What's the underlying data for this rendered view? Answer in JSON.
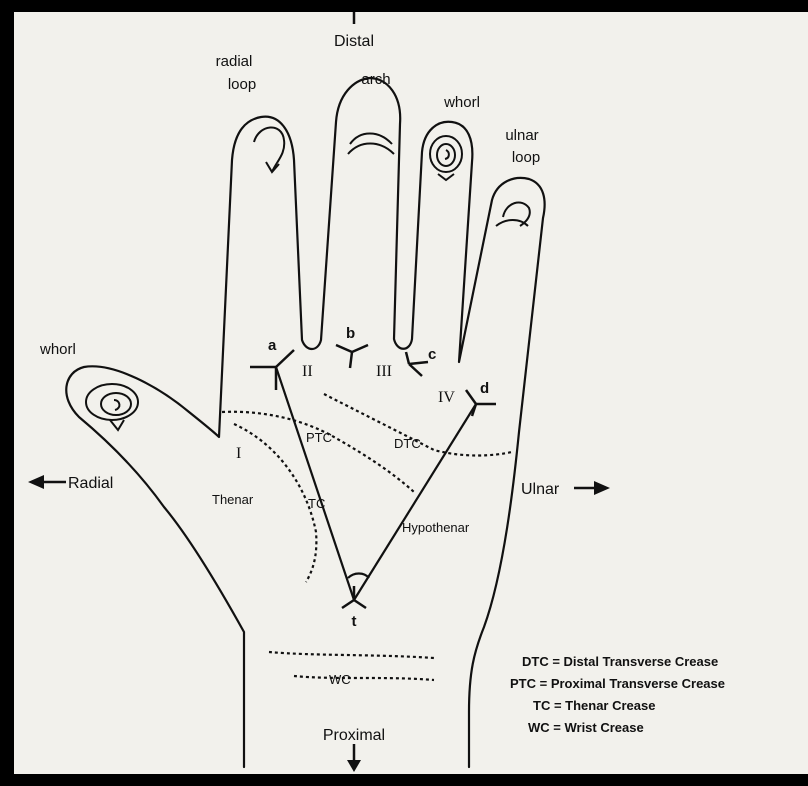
{
  "directions": {
    "distal": "Distal",
    "proximal": "Proximal",
    "radial": "Radial",
    "ulnar": "Ulnar"
  },
  "patterns": {
    "index": "radial loop",
    "index_line1": "radial",
    "index_line2": "loop",
    "middle": "arch",
    "ring": "whorl",
    "little_line1": "ulnar",
    "little_line2": "loop",
    "thumb": "whorl"
  },
  "triradii": {
    "a": "a",
    "b": "b",
    "c": "c",
    "d": "d",
    "t": "t"
  },
  "interdigital": {
    "I": "I",
    "II": "II",
    "III": "III",
    "IV": "IV"
  },
  "regions": {
    "thenar": "Thenar",
    "hypothenar": "Hypothenar",
    "ptc": "PTC",
    "dtc": "DTC",
    "tc": "TC",
    "wc": "WC"
  },
  "legend": [
    "DTC = Distal Transverse Crease",
    "PTC = Proximal Transverse Crease",
    "TC = Thenar Crease",
    "WC = Wrist Crease"
  ]
}
